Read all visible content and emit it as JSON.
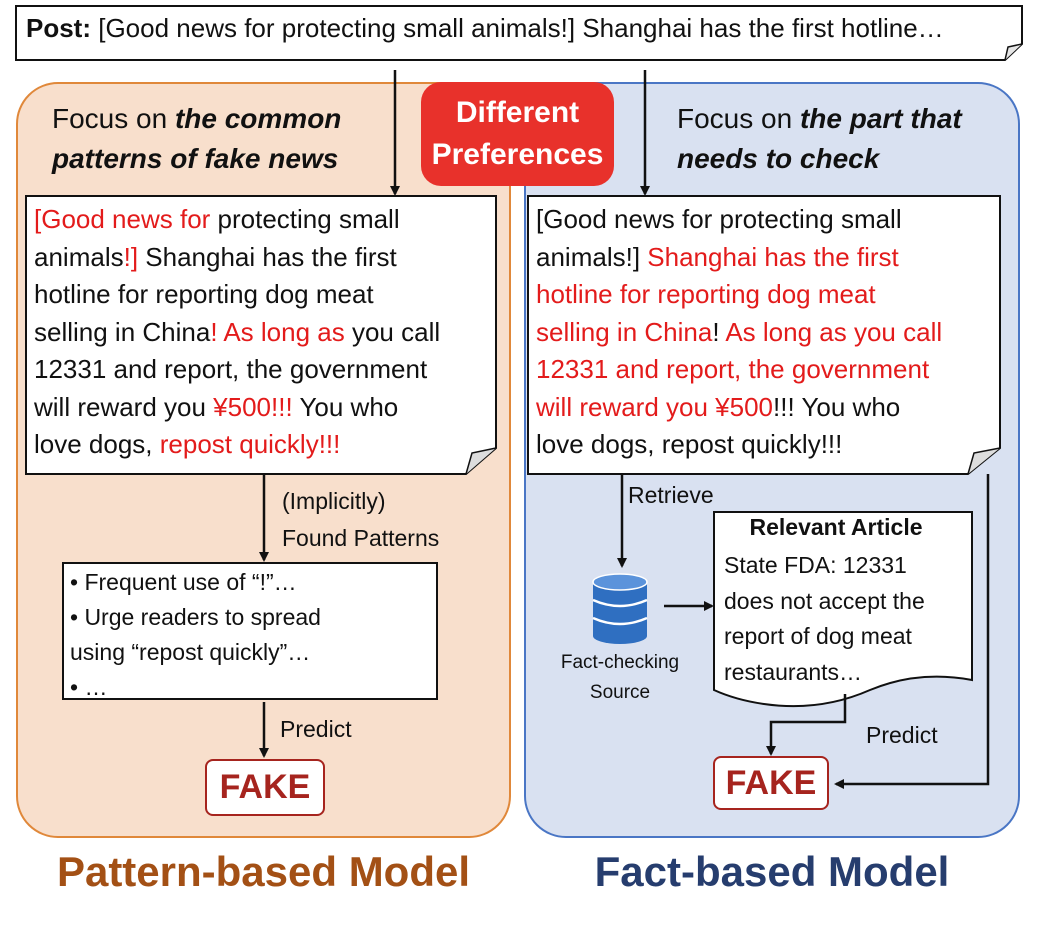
{
  "post": {
    "label": "Post:",
    "text": "[Good news for protecting small animals!] Shanghai has the first hotline…"
  },
  "badge": {
    "line1": "Different",
    "line2": "Preferences"
  },
  "left": {
    "focus_prefix": "Focus on ",
    "focus_line1": "the common",
    "focus_line2": "patterns of fake news",
    "doc": {
      "l1a": "[Good news for",
      "l1b": " protecting small",
      "l2a": "animals",
      "l2b": "!]",
      "l2c": " Shanghai has the first",
      "l3": "hotline for reporting dog meat",
      "l4a": "selling in China",
      "l4b": "! As long as",
      "l4c": " you call",
      "l5": "12331 and report, the government",
      "l6a": "will reward you ",
      "l6b": "¥500!!!",
      "l6c": " You who",
      "l7a": "love dogs, ",
      "l7b": "repost quickly!!!"
    },
    "found_label_1": "(Implicitly)",
    "found_label_2": "Found Patterns",
    "patterns": {
      "l1": "• Frequent use of “!”…",
      "l2": "• Urge readers to spread",
      "l3": "using “repost quickly”…",
      "l4": "• …"
    },
    "predict_label": "Predict",
    "result": "FAKE",
    "model_title": "Pattern-based Model"
  },
  "right": {
    "focus_prefix": "Focus on ",
    "focus_line1": "the part that",
    "focus_line2": "needs to check",
    "doc": {
      "l1": "[Good news for protecting small",
      "l2a": "animals!] ",
      "l2b": "Shanghai has the first",
      "l3": "hotline for reporting dog meat",
      "l4a": "selling in China",
      "l4b": "! ",
      "l4c": "As long as you call",
      "l5": "12331 and report, the government",
      "l6a": "will reward you ¥500",
      "l6b": "!!! You who",
      "l7": "love dogs, repost quickly!!!"
    },
    "retrieve_label": "Retrieve",
    "source_label_1": "Fact-checking",
    "source_label_2": "Source",
    "article": {
      "title": "Relevant Article",
      "l1": "State FDA: 12331",
      "l2": "does not accept the",
      "l3": "report of dog meat",
      "l4": "restaurants…"
    },
    "predict_label": "Predict",
    "result": "FAKE",
    "model_title": "Fact-based Model"
  },
  "colors": {
    "highlight_red": "#e31b1b",
    "badge_red": "#e8312b",
    "left_panel_fill": "#f8dfcc",
    "left_panel_border": "#e0883a",
    "right_panel_fill": "#d9e1f1",
    "right_panel_border": "#4a76c5",
    "fake_text": "#a6241e",
    "left_title": "#a35015",
    "right_title": "#263d6e",
    "database_blue": "#2f6fc1"
  },
  "icons": {
    "source": "database-icon"
  }
}
